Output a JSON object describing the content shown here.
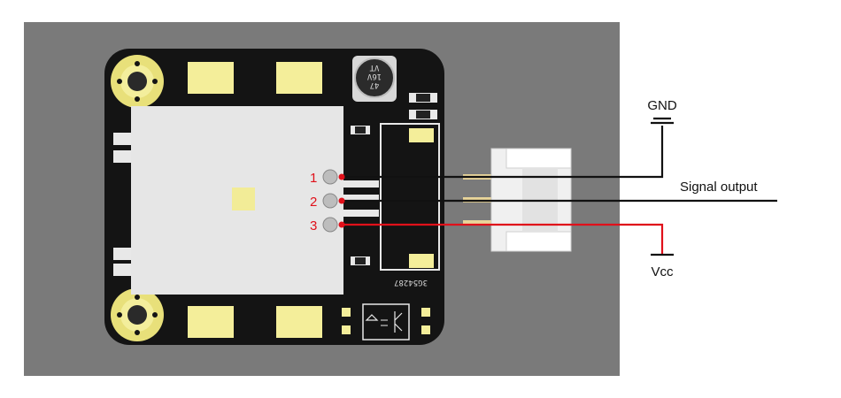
{
  "diagram": {
    "labels": {
      "gnd": "GND",
      "signal": "Signal output",
      "vcc": "Vcc"
    },
    "pins": [
      {
        "number": "1"
      },
      {
        "number": "2"
      },
      {
        "number": "3"
      }
    ],
    "board_text": {
      "capacitor_line1": "47",
      "capacitor_line2": "16V",
      "capacitor_line3": "VT",
      "serial": "3G54287"
    },
    "colors": {
      "background_panel": "#7a7a7a",
      "pcb": "#141414",
      "pads": "#f4ee9a",
      "sensor_window": "#e6e6e6",
      "wire_black": "#111111",
      "wire_red": "#e0101a",
      "connector": "#f0f0f0"
    }
  }
}
